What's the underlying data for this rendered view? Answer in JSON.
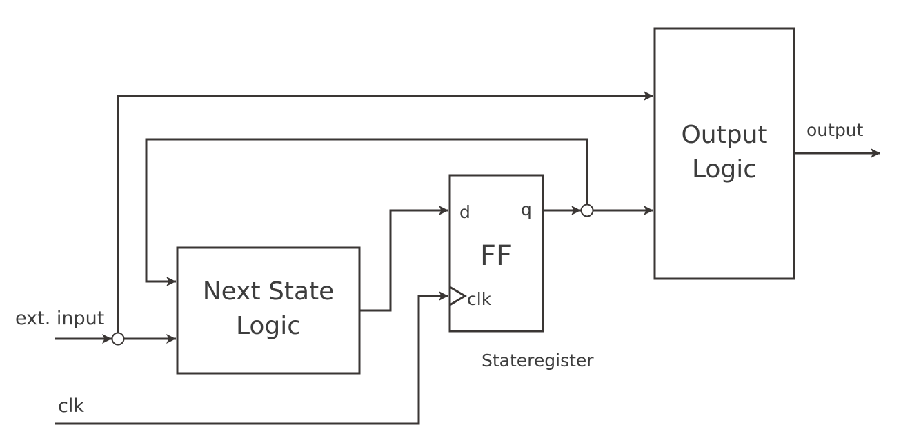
{
  "blocks": {
    "next_state": {
      "line1": "Next State",
      "line2": "Logic"
    },
    "flipflop": {
      "title": "FF",
      "port_d": "d",
      "port_q": "q",
      "port_clk": "clk"
    },
    "output_logic": {
      "line1": "Output",
      "line2": "Logic"
    }
  },
  "labels": {
    "ext_input": "ext. input",
    "clk": "clk",
    "state_register": "Stateregister",
    "output": "output"
  },
  "colors": {
    "line": "#3a3634",
    "text": "#3d3d3d",
    "background": "#ffffff"
  }
}
